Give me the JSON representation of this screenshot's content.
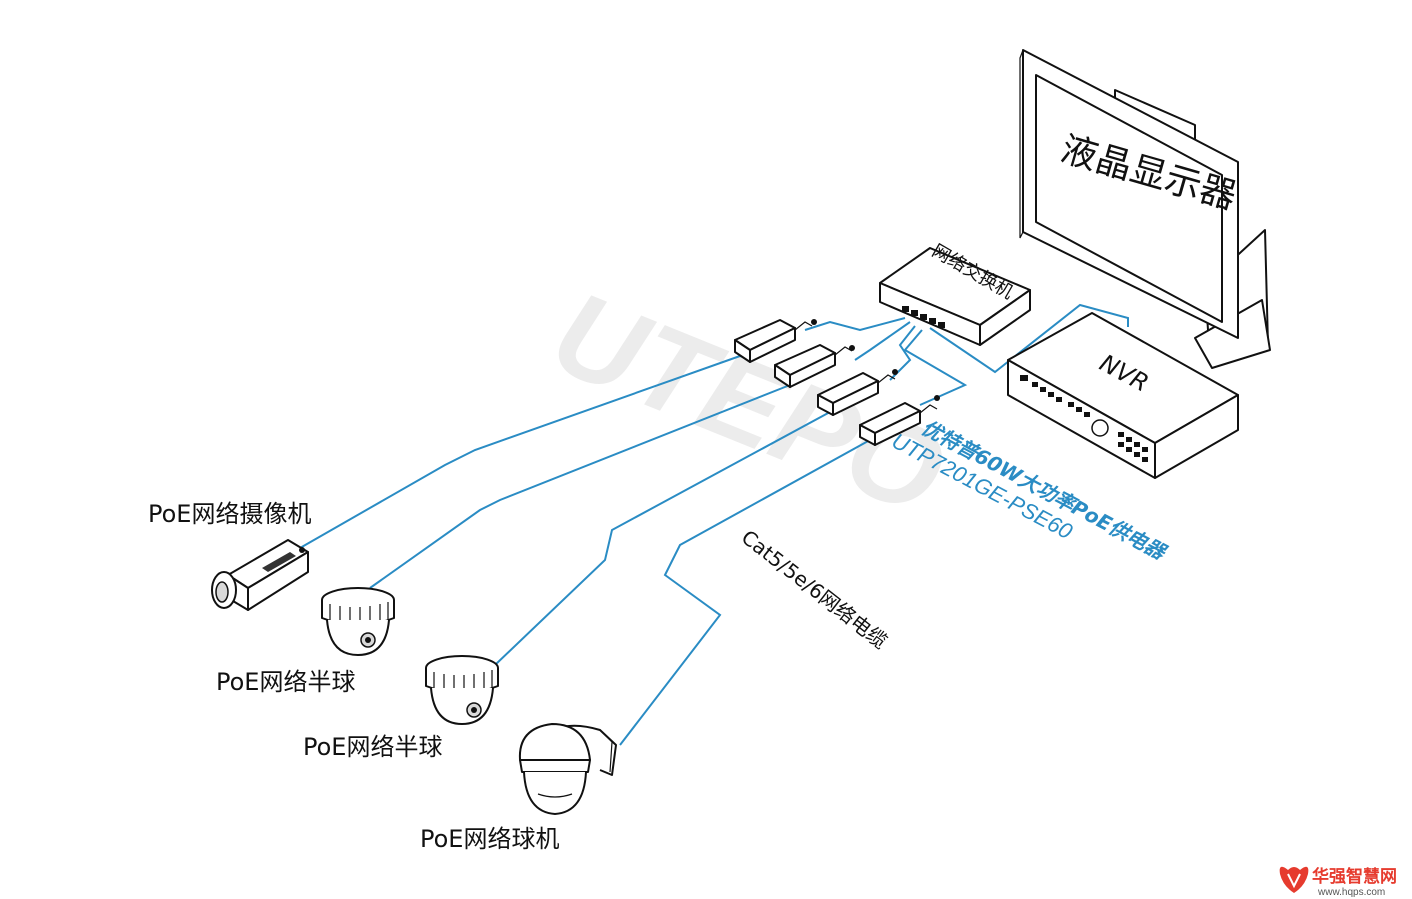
{
  "devices": {
    "monitor": "液晶显示器",
    "switch": "网络交换机",
    "nvr": "NVR",
    "camera_bullet": "PoE网络摄像机",
    "camera_dome1": "PoE网络半球",
    "camera_dome2": "PoE网络半球",
    "camera_ptz": "PoE网络球机"
  },
  "labels": {
    "injector_line1": "优特普60W大功率PoE供电器",
    "injector_line2": "UTP7201GE-PSE60",
    "cable": "Cat5/5e/6网络电缆",
    "watermark": "UTEPO",
    "site_logo_cn": "华强智慧网",
    "site_logo_url": "www.hqps.com"
  },
  "colors": {
    "cable": "#2a8cc4",
    "logo_red": "#e63b2e"
  }
}
